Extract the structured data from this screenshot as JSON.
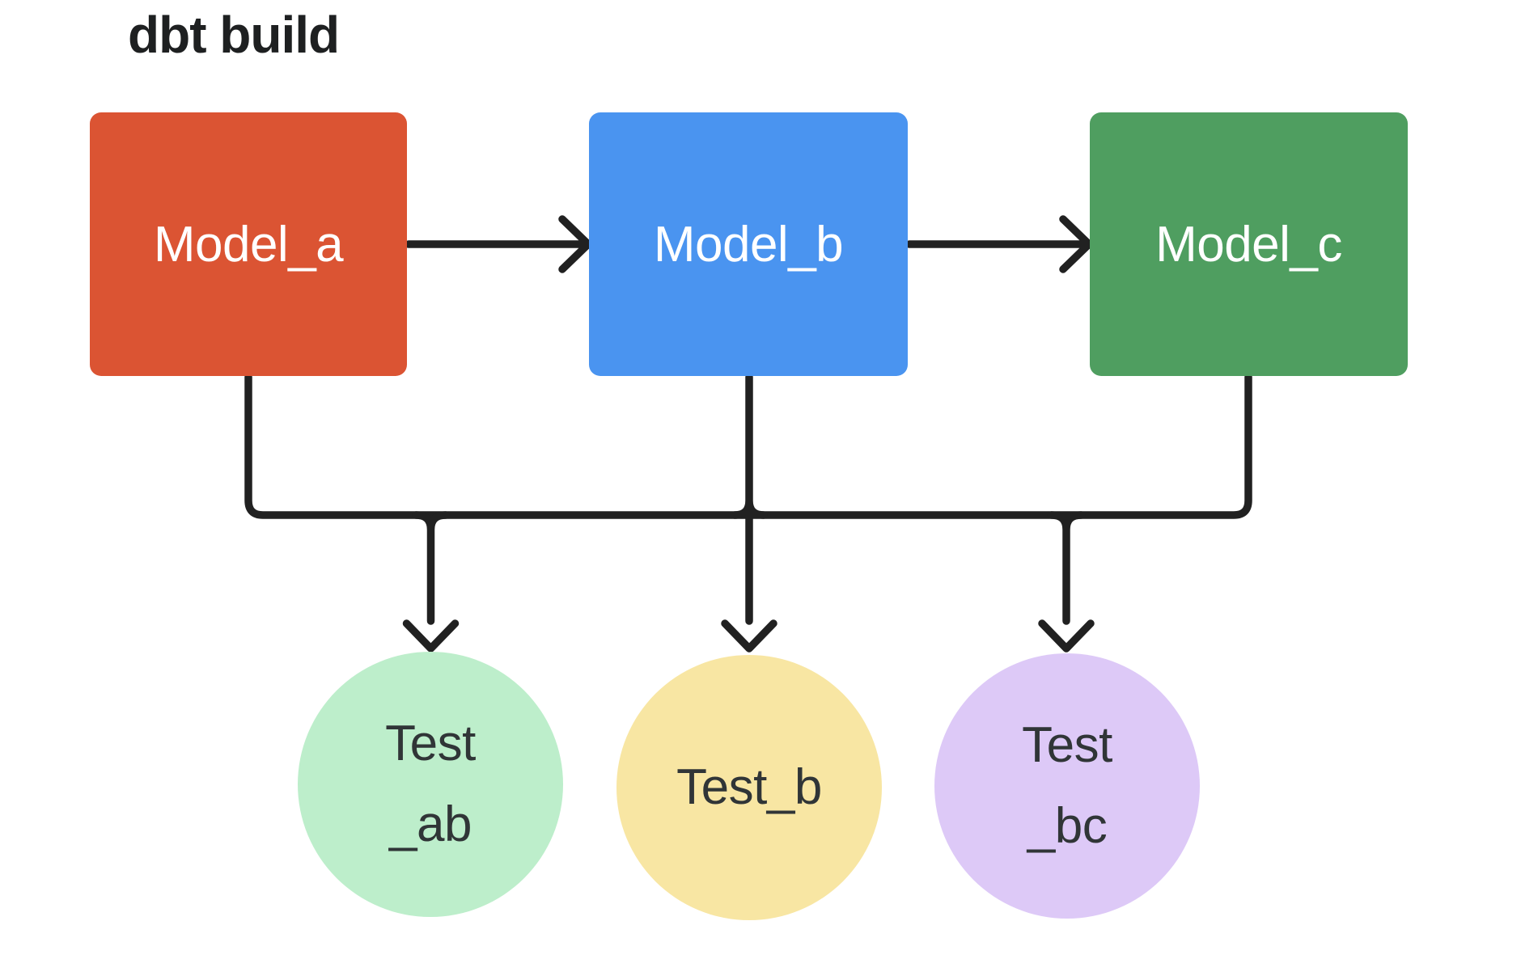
{
  "title": "dbt build",
  "colors": {
    "background": "#FFFFFF",
    "line": "#212121",
    "title_text": "#1E2021",
    "model_text": "#FFFFFF",
    "test_text": "#303537"
  },
  "nodes": {
    "model_a": {
      "label": "Model_a",
      "type": "model",
      "color": "#DB5433"
    },
    "model_b": {
      "label": "Model_b",
      "type": "model",
      "color": "#4A94F0"
    },
    "model_c": {
      "label": "Model_c",
      "type": "model",
      "color": "#4F9E60"
    },
    "test_ab": {
      "line1": "Test",
      "line2": "_ab",
      "type": "test",
      "color": "#BDEECB"
    },
    "test_b": {
      "line1": "Test_b",
      "type": "test",
      "color": "#F8E6A3"
    },
    "test_bc": {
      "line1": "Test",
      "line2": "_bc",
      "type": "test",
      "color": "#DDC9F7"
    }
  },
  "edges": [
    {
      "from": "Model_a",
      "to": "Model_b",
      "style": "arrow"
    },
    {
      "from": "Model_b",
      "to": "Model_c",
      "style": "arrow"
    },
    {
      "from": "Model_a",
      "to": "Test _ab",
      "style": "arrow"
    },
    {
      "from": "Model_b",
      "to": "Test _ab",
      "style": "arrow"
    },
    {
      "from": "Model_b",
      "to": "Test_b",
      "style": "arrow"
    },
    {
      "from": "Model_b",
      "to": "Test _bc",
      "style": "arrow"
    },
    {
      "from": "Model_c",
      "to": "Test _bc",
      "style": "arrow"
    }
  ]
}
